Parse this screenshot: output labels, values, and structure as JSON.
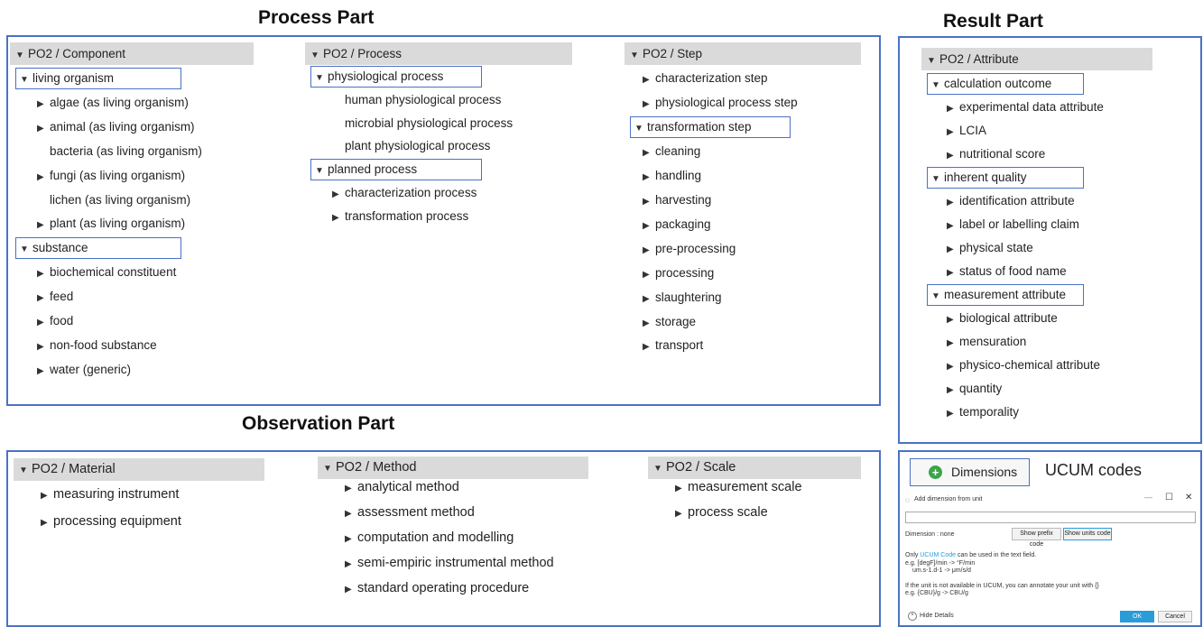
{
  "titles": {
    "process": "Process Part",
    "result": "Result Part",
    "observation": "Observation Part"
  },
  "process": {
    "component": {
      "header": "PO2 / Component",
      "items": [
        {
          "label": "living organism",
          "arrow": "down"
        },
        {
          "label": "algae (as living organism)",
          "arrow": "right"
        },
        {
          "label": "animal (as living organism)",
          "arrow": "right"
        },
        {
          "label": "bacteria (as living organism)",
          "arrow": "none"
        },
        {
          "label": "fungi (as living organism)",
          "arrow": "right"
        },
        {
          "label": "lichen (as living organism)",
          "arrow": "none"
        },
        {
          "label": "plant (as living organism)",
          "arrow": "right"
        },
        {
          "label": "substance",
          "arrow": "down"
        },
        {
          "label": "biochemical constituent",
          "arrow": "right"
        },
        {
          "label": "feed",
          "arrow": "right"
        },
        {
          "label": "food",
          "arrow": "right"
        },
        {
          "label": "non-food substance",
          "arrow": "right"
        },
        {
          "label": "water (generic)",
          "arrow": "right"
        }
      ]
    },
    "process_col": {
      "header": "PO2 / Process",
      "items": [
        {
          "label": "physiological process",
          "arrow": "down"
        },
        {
          "label": "human physiological process",
          "arrow": "none"
        },
        {
          "label": "microbial physiological process",
          "arrow": "none"
        },
        {
          "label": "plant physiological process",
          "arrow": "none"
        },
        {
          "label": "planned process",
          "arrow": "down"
        },
        {
          "label": "characterization process",
          "arrow": "right"
        },
        {
          "label": "transformation process",
          "arrow": "right"
        }
      ]
    },
    "step": {
      "header": "PO2 / Step",
      "items": [
        {
          "label": "characterization step",
          "arrow": "right"
        },
        {
          "label": "physiological process step",
          "arrow": "right"
        },
        {
          "label": "transformation step",
          "arrow": "down"
        },
        {
          "label": "cleaning",
          "arrow": "right"
        },
        {
          "label": "handling",
          "arrow": "right"
        },
        {
          "label": "harvesting",
          "arrow": "right"
        },
        {
          "label": "packaging",
          "arrow": "right"
        },
        {
          "label": "pre-processing",
          "arrow": "right"
        },
        {
          "label": "processing",
          "arrow": "right"
        },
        {
          "label": "slaughtering",
          "arrow": "right"
        },
        {
          "label": "storage",
          "arrow": "right"
        },
        {
          "label": "transport",
          "arrow": "right"
        }
      ]
    }
  },
  "result": {
    "attribute": {
      "header": "PO2 / Attribute",
      "items": [
        {
          "label": "calculation outcome",
          "arrow": "down"
        },
        {
          "label": "experimental data attribute",
          "arrow": "right"
        },
        {
          "label": "LCIA",
          "arrow": "right"
        },
        {
          "label": "nutritional score",
          "arrow": "right"
        },
        {
          "label": "inherent quality",
          "arrow": "down"
        },
        {
          "label": "identification attribute",
          "arrow": "right"
        },
        {
          "label": "label or labelling claim",
          "arrow": "right"
        },
        {
          "label": "physical state",
          "arrow": "right"
        },
        {
          "label": "status of food name",
          "arrow": "right"
        },
        {
          "label": "measurement attribute",
          "arrow": "down"
        },
        {
          "label": "biological attribute",
          "arrow": "right"
        },
        {
          "label": "mensuration",
          "arrow": "right"
        },
        {
          "label": "physico-chemical attribute",
          "arrow": "right"
        },
        {
          "label": "quantity",
          "arrow": "right"
        },
        {
          "label": "temporality",
          "arrow": "right"
        }
      ]
    }
  },
  "observation": {
    "material": {
      "header": "PO2 / Material",
      "items": [
        {
          "label": "measuring instrument",
          "arrow": "right"
        },
        {
          "label": "processing equipment",
          "arrow": "right"
        }
      ]
    },
    "method": {
      "header": "PO2 / Method",
      "items": [
        {
          "label": "analytical method",
          "arrow": "right"
        },
        {
          "label": "assessment method",
          "arrow": "right"
        },
        {
          "label": "computation and modelling",
          "arrow": "right"
        },
        {
          "label": "semi-empiric instrumental method",
          "arrow": "right"
        },
        {
          "label": "standard operating procedure",
          "arrow": "right"
        }
      ]
    },
    "scale": {
      "header": "PO2 / Scale",
      "items": [
        {
          "label": "measurement scale",
          "arrow": "right"
        },
        {
          "label": "process scale",
          "arrow": "right"
        }
      ]
    }
  },
  "ucum": {
    "button_label": "Dimensions",
    "caption": "UCUM codes",
    "dialog_title": "Add dimension from unit",
    "dimension_label": "Dimension : none",
    "show_prefix": "Show prefix code",
    "show_units": "Show units code",
    "info_prefix": "Only",
    "info_link": "UCUM Code",
    "info_suffix": "can be used in the text field.",
    "example1": "e.g. [degF]/min -> °F/min",
    "example2": "um.s-1.d-1 -> μm/s/d",
    "note": "If the unit is not available in UCUM, you can annotate your unit with {}",
    "example3": "e.g. {CBU}/g -> CBU/g",
    "hide_details": "Hide Details",
    "ok": "OK",
    "cancel": "Cancel",
    "accent": "#2a9cd8",
    "plus_color": "#3aa54a"
  }
}
